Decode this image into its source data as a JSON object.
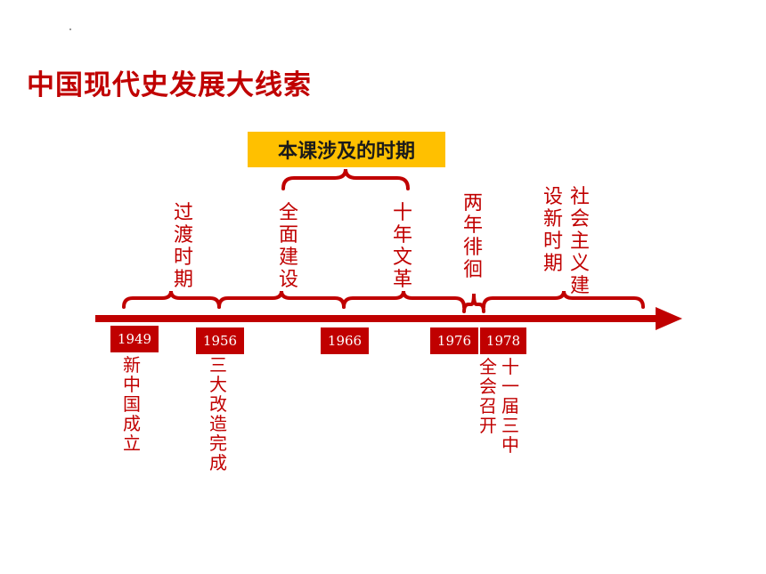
{
  "title": "中国现代史发展大线索",
  "banner": "本课涉及的时期",
  "periods": {
    "transition": "过渡时期",
    "construction": "全面建设",
    "cultural_revolution": "十年文革",
    "wandering": "两年徘徊",
    "new_era_a": "设新时期",
    "new_era_b": "社会主义建"
  },
  "years": [
    "1949",
    "1956",
    "1966",
    "1976",
    "1978"
  ],
  "events": {
    "y1949": "新中国成立",
    "y1956": "三大改造完成",
    "y1978_a": "全会召开",
    "y1978_b": "十一届三中"
  },
  "colors": {
    "accent": "#c00000",
    "banner": "#ffc000"
  }
}
